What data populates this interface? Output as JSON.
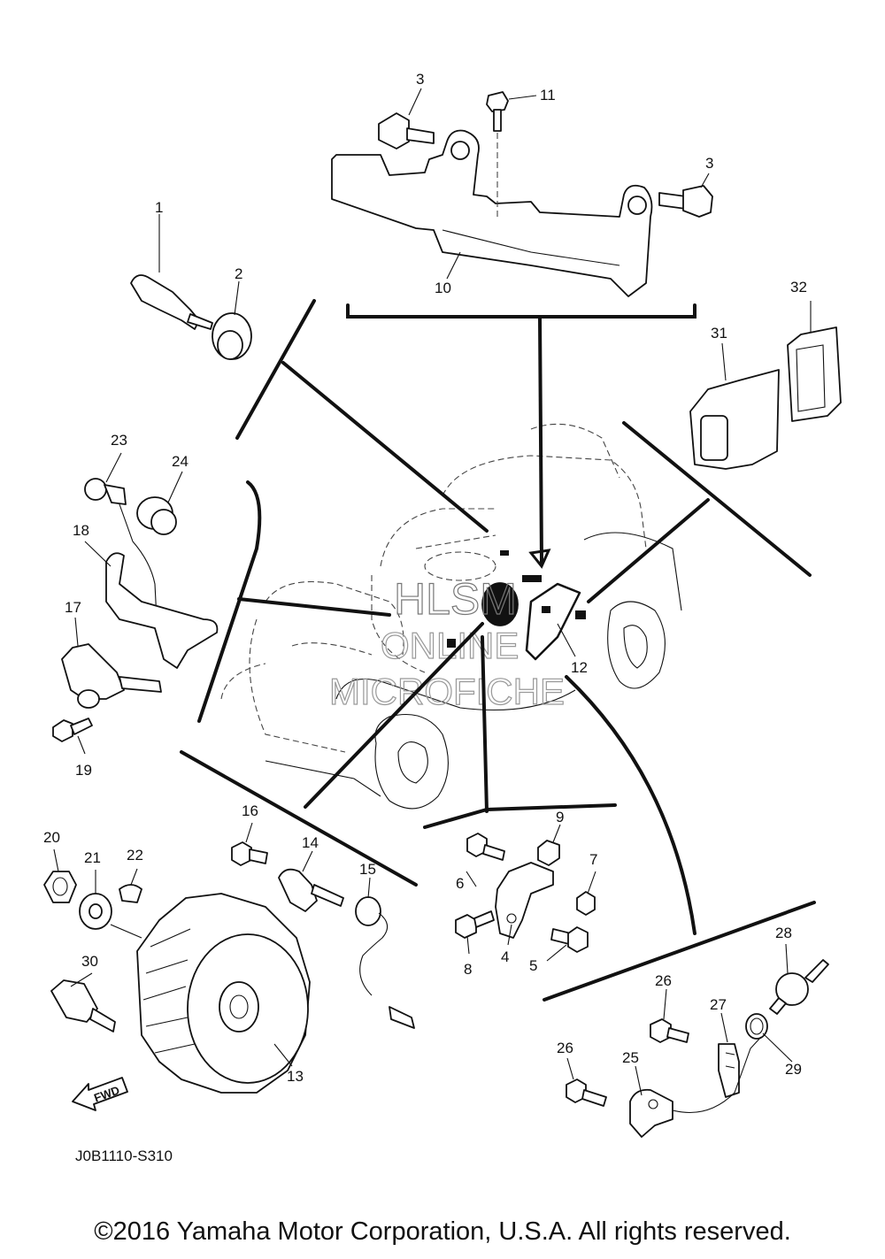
{
  "diagram": {
    "callouts": [
      "1",
      "2",
      "3",
      "3",
      "4",
      "5",
      "6",
      "7",
      "8",
      "9",
      "10",
      "11",
      "12",
      "13",
      "14",
      "15",
      "16",
      "17",
      "18",
      "19",
      "20",
      "21",
      "22",
      "23",
      "24",
      "25",
      "26",
      "26",
      "27",
      "28",
      "29",
      "30",
      "31",
      "32"
    ],
    "direction_marker": "FWD",
    "drawing_code": "J0B1110-S310",
    "watermark": [
      "HLSM",
      "ONLINE",
      "MICROFICHE"
    ]
  },
  "copyright": "©2016 Yamaha Motor Corporation, U.S.A. All rights reserved."
}
